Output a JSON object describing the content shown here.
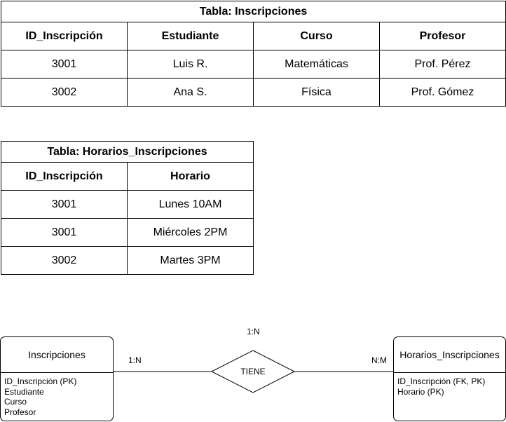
{
  "table1": {
    "title": "Tabla: Inscripciones",
    "headers": [
      "ID_Inscripción",
      "Estudiante",
      "Curso",
      "Profesor"
    ],
    "rows": [
      [
        "3001",
        "Luis R.",
        "Matemáticas",
        "Prof. Pérez"
      ],
      [
        "3002",
        "Ana S.",
        "Física",
        "Prof. Gómez"
      ]
    ]
  },
  "table2": {
    "title": "Tabla: Horarios_Inscripciones",
    "headers": [
      "ID_Inscripción",
      "Horario"
    ],
    "rows": [
      [
        "3001",
        "Lunes 10AM"
      ],
      [
        "3001",
        "Miércoles 2PM"
      ],
      [
        "3002",
        "Martes 3PM"
      ]
    ]
  },
  "diagram": {
    "entity_left": {
      "title": "Inscripciones",
      "attributes": [
        "ID_Inscripción (PK)",
        "Estudiante",
        "Curso",
        "Profesor"
      ]
    },
    "entity_right": {
      "title": "Horarios_Inscripciones",
      "attributes": [
        "ID_Inscripción (FK, PK)",
        "Horario (PK)"
      ]
    },
    "relationship": "TIENE",
    "cardinality_top": "1:N",
    "cardinality_left": "1:N",
    "cardinality_right": "N:M"
  }
}
